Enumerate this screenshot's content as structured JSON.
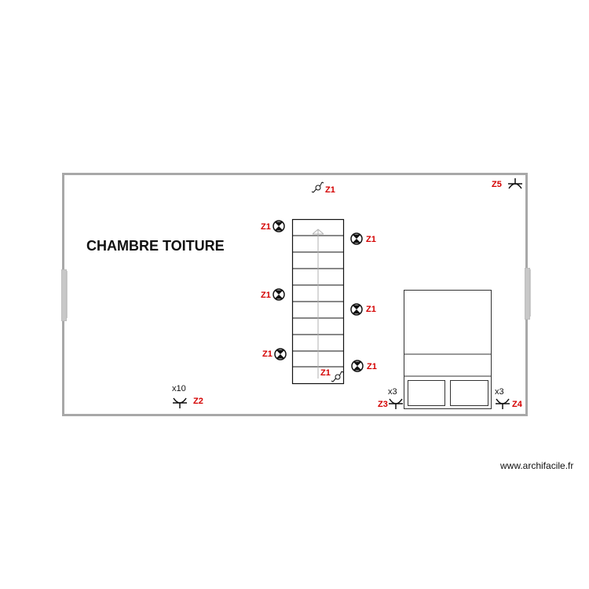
{
  "plan": {
    "room_name": "CHAMBRE TOITURE",
    "watermark": "www.archifacile.fr",
    "colors": {
      "wall": "#a8a8a8",
      "zone_label": "#d40000",
      "line": "#111111",
      "stair_arrow": "#b0b0b0"
    }
  },
  "fixtures": {
    "switch_top": {
      "zone": "Z1"
    },
    "switch_stair": {
      "zone": "Z1"
    },
    "lights": [
      {
        "zone": "Z1",
        "side": "left",
        "row": 1
      },
      {
        "zone": "Z1",
        "side": "right",
        "row": 1
      },
      {
        "zone": "Z1",
        "side": "left",
        "row": 2
      },
      {
        "zone": "Z1",
        "side": "right",
        "row": 2
      },
      {
        "zone": "Z1",
        "side": "left",
        "row": 3
      },
      {
        "zone": "Z1",
        "side": "right",
        "row": 3
      }
    ],
    "outlet_z2": {
      "zone": "Z2",
      "qty": "x10"
    },
    "outlet_z3": {
      "zone": "Z3",
      "qty": "x3"
    },
    "outlet_z4": {
      "zone": "Z4",
      "qty": "x3"
    },
    "outlet_z5": {
      "zone": "Z5"
    }
  }
}
